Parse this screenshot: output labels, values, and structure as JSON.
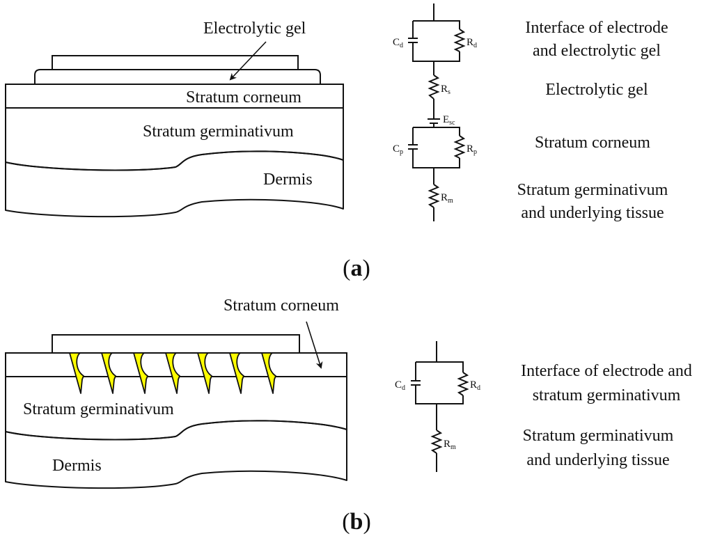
{
  "colors": {
    "electrode": "#ffff00",
    "gel": "#c0c0c0",
    "stratum_corneum": "#f9cccc",
    "stratum_germinativum": "#fbb47c",
    "dermis": "#e8726a",
    "outline": "#111111"
  },
  "panel_a": {
    "label_open": "(",
    "label_letter": "a",
    "label_close": ")",
    "skin": {
      "gel_label": "Electrolytic gel",
      "stratum_corneum": "Stratum corneum",
      "stratum_germinativum": "Stratum germinativum",
      "dermis": "Dermis"
    },
    "circuit": {
      "components": [
        {
          "name": "C",
          "sub": "d",
          "type": "capacitor"
        },
        {
          "name": "R",
          "sub": "d",
          "type": "resistor"
        },
        {
          "name": "R",
          "sub": "s",
          "type": "resistor"
        },
        {
          "name": "E",
          "sub": "sc",
          "type": "battery"
        },
        {
          "name": "C",
          "sub": "p",
          "type": "capacitor"
        },
        {
          "name": "R",
          "sub": "p",
          "type": "resistor"
        },
        {
          "name": "R",
          "sub": "m",
          "type": "resistor"
        }
      ]
    },
    "descriptions": [
      [
        "Interface of electrode",
        "and electrolytic gel"
      ],
      [
        "Electrolytic gel"
      ],
      [
        "Stratum corneum"
      ],
      [
        "Stratum germinativum",
        "and underlying tissue"
      ]
    ]
  },
  "panel_b": {
    "label_open": "(",
    "label_letter": "b",
    "label_close": ")",
    "skin": {
      "stratum_corneum": "Stratum corneum",
      "stratum_germinativum": "Stratum germinativum",
      "dermis": "Dermis",
      "microneedle_count": 7
    },
    "circuit": {
      "components": [
        {
          "name": "C",
          "sub": "d",
          "type": "capacitor"
        },
        {
          "name": "R",
          "sub": "d",
          "type": "resistor"
        },
        {
          "name": "R",
          "sub": "m",
          "type": "resistor"
        }
      ]
    },
    "descriptions": [
      [
        "Interface of electrode and",
        "stratum germinativum"
      ],
      [
        "Stratum germinativum",
        "and underlying tissue"
      ]
    ]
  }
}
